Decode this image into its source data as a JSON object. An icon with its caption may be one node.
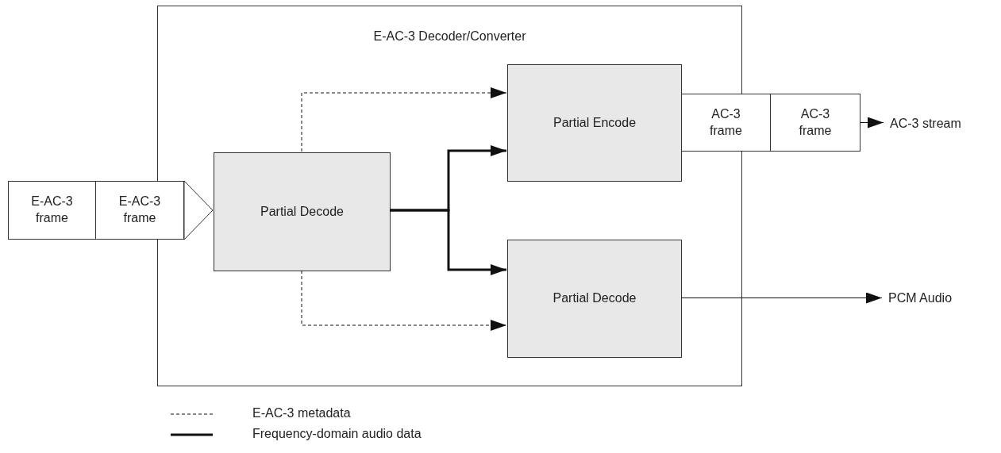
{
  "diagram": {
    "nodes": [
      {
        "text": [
          "E-AC-3 Decoder/Converter"
        ]
      },
      {
        "text": [
          "E-AC-3 frame"
        ]
      },
      {
        "text": [
          "E-AC-3 frame"
        ]
      },
      {
        "text": [
          "Partial Decode"
        ],
        "in": 0
      },
      {
        "text": [
          "Partial Encode"
        ],
        "in": 0
      },
      {
        "text": [
          "Partial Decode"
        ],
        "in": 0
      },
      {
        "text": [
          "AC-3 frame"
        ]
      },
      {
        "text": [
          "AC-3 frame"
        ]
      },
      {
        "text": [
          "AC-3 stream"
        ]
      },
      {
        "text": [
          "PCM Audio"
        ]
      }
    ],
    "edges": [
      {
        "from": 2,
        "to": 3,
        "arrow": "to"
      },
      {
        "from": 3,
        "to": 4,
        "arrow": "to",
        "style": "dashed"
      },
      {
        "from": 3,
        "to": 4,
        "arrow": "to",
        "style": "thick"
      },
      {
        "from": 3,
        "to": 5,
        "arrow": "to",
        "style": "thick"
      },
      {
        "from": 3,
        "to": 5,
        "arrow": "to",
        "style": "dashed"
      },
      {
        "from": 7,
        "to": 8,
        "arrow": "to"
      },
      {
        "from": 5,
        "to": 9,
        "arrow": "to"
      }
    ],
    "legend": [
      {
        "text": "E-AC-3 metadata"
      },
      {
        "text": "Frequency-domain audio data"
      }
    ]
  }
}
